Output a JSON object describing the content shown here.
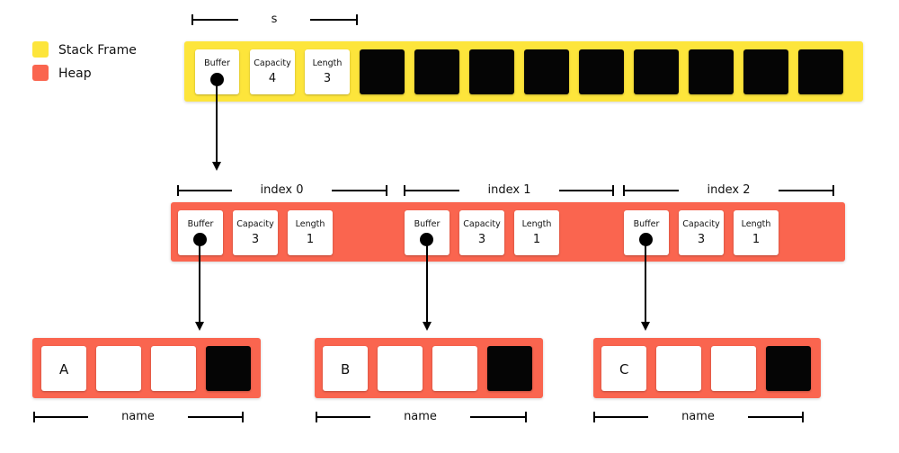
{
  "legend": [
    {
      "label": "Stack Frame",
      "color": "#fde53b"
    },
    {
      "label": "Heap",
      "color": "#fa654f"
    }
  ],
  "stack": {
    "dimension_label": "s",
    "cells": [
      {
        "label": "Buffer",
        "pointer": true
      },
      {
        "label": "Capacity",
        "value": "4"
      },
      {
        "label": "Length",
        "value": "3"
      }
    ],
    "filled_slots": 9
  },
  "heap_vec": {
    "elements": [
      {
        "index_label": "index 0",
        "cells": [
          {
            "label": "Buffer",
            "pointer": true
          },
          {
            "label": "Capacity",
            "value": "3"
          },
          {
            "label": "Length",
            "value": "1"
          }
        ]
      },
      {
        "index_label": "index 1",
        "cells": [
          {
            "label": "Buffer",
            "pointer": true
          },
          {
            "label": "Capacity",
            "value": "3"
          },
          {
            "label": "Length",
            "value": "1"
          }
        ]
      },
      {
        "index_label": "index 2",
        "cells": [
          {
            "label": "Buffer",
            "pointer": true
          },
          {
            "label": "Capacity",
            "value": "3"
          },
          {
            "label": "Length",
            "value": "1"
          }
        ]
      }
    ]
  },
  "strings": [
    {
      "chars": [
        "A",
        "",
        ""
      ],
      "dimension_label": "name"
    },
    {
      "chars": [
        "B",
        "",
        ""
      ],
      "dimension_label": "name"
    },
    {
      "chars": [
        "C",
        "",
        ""
      ],
      "dimension_label": "name"
    }
  ],
  "colors": {
    "stack": "#fde53b",
    "heap": "#fa654f",
    "slot_filled": "#050505",
    "slot_empty": "#ffffff"
  }
}
